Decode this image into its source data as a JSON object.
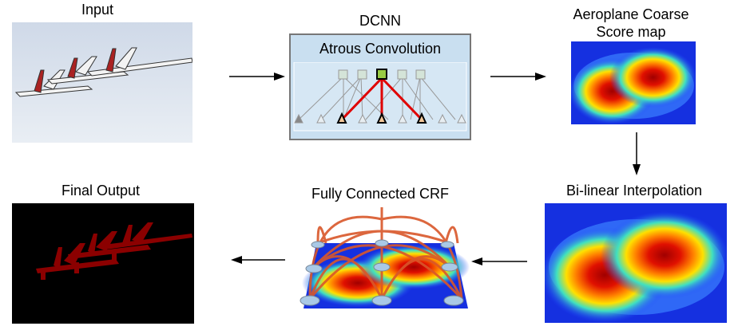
{
  "labels": {
    "input": "Input",
    "dcnn": "DCNN",
    "atrous": "Atrous Convolution",
    "coarse_line1": "Aeroplane Coarse",
    "coarse_line2": "Score map",
    "bilinear": "Bi-linear Interpolation",
    "crf": "Fully Connected CRF",
    "final": "Final Output"
  },
  "colors": {
    "crf_edges": "#d9572a",
    "atrous_highlight": "#e00000",
    "segmentation": "#8b0000"
  }
}
